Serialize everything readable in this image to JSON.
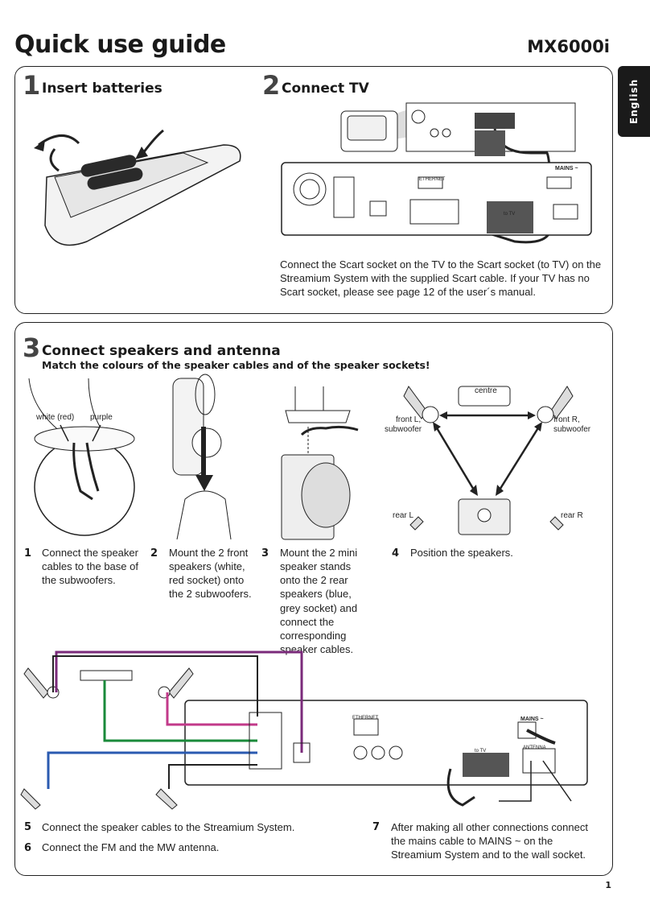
{
  "header": {
    "title": "Quick use guide",
    "model": "MX6000i",
    "language_tab": "English"
  },
  "section1": {
    "number": "1",
    "title": "Insert batteries"
  },
  "section2": {
    "number": "2",
    "title": "Connect TV",
    "text": "Connect the Scart socket on the TV to the Scart socket (to TV) on the Streamium System with the supplied Scart cable. If your TV has no Scart socket, please see page 12 of the user´s manual."
  },
  "section3": {
    "number": "3",
    "title": "Connect speakers and antenna",
    "subtitle": "Match the colours of the speaker cables and of the speaker sockets!",
    "labels": {
      "white_red": "white (red)",
      "purple": "purple",
      "centre": "centre",
      "front_l": "front L,",
      "front_l_sub": "subwoofer",
      "front_r": "front R,",
      "front_r_sub": "subwoofer",
      "rear_l": "rear L",
      "rear_r": "rear R"
    },
    "steps": [
      {
        "n": "1",
        "text": "Connect the speaker cables to the base of the subwoofers."
      },
      {
        "n": "2",
        "text": "Mount the 2 front speakers (white, red socket) onto the 2 subwoofers."
      },
      {
        "n": "3",
        "text": "Mount the 2 mini speaker stands onto the 2 rear speakers (blue, grey socket) and connect the corresponding speaker cables."
      },
      {
        "n": "4",
        "text": "Position the speakers."
      },
      {
        "n": "5",
        "text": "Connect the speaker cables to the Streamium System."
      },
      {
        "n": "6",
        "text": "Connect the FM and the MW antenna."
      },
      {
        "n": "7",
        "text": "After making all other connections connect the mains cable to MAINS ~ on the Streamium System and to the wall socket."
      }
    ]
  },
  "device_labels": {
    "mains": "MAINS ~",
    "ethernet": "ETHERNET",
    "antenna": "ANTENNA",
    "to_tv": "to TV"
  },
  "page_number": "1",
  "colors": {
    "purple": "#7a2a7a",
    "pink": "#c23a8a",
    "green": "#1a8a3a",
    "blue": "#2a5ab0",
    "grey": "#9a9a9a"
  }
}
